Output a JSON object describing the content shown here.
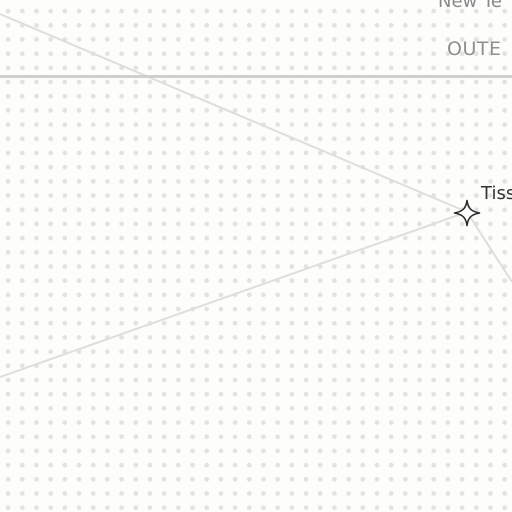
{
  "board": {
    "top_item_label": "New Te",
    "section_label": "OUTE",
    "node": {
      "label": "Tiss",
      "icon": "sparkle-star-icon"
    }
  },
  "colors": {
    "background": "#fdfdfb",
    "grid_dot": "#e4e3da",
    "edge_line": "#dedede",
    "divider": "#cfcfcd",
    "muted_text": "#8a8a8a",
    "node_text": "#333333"
  }
}
